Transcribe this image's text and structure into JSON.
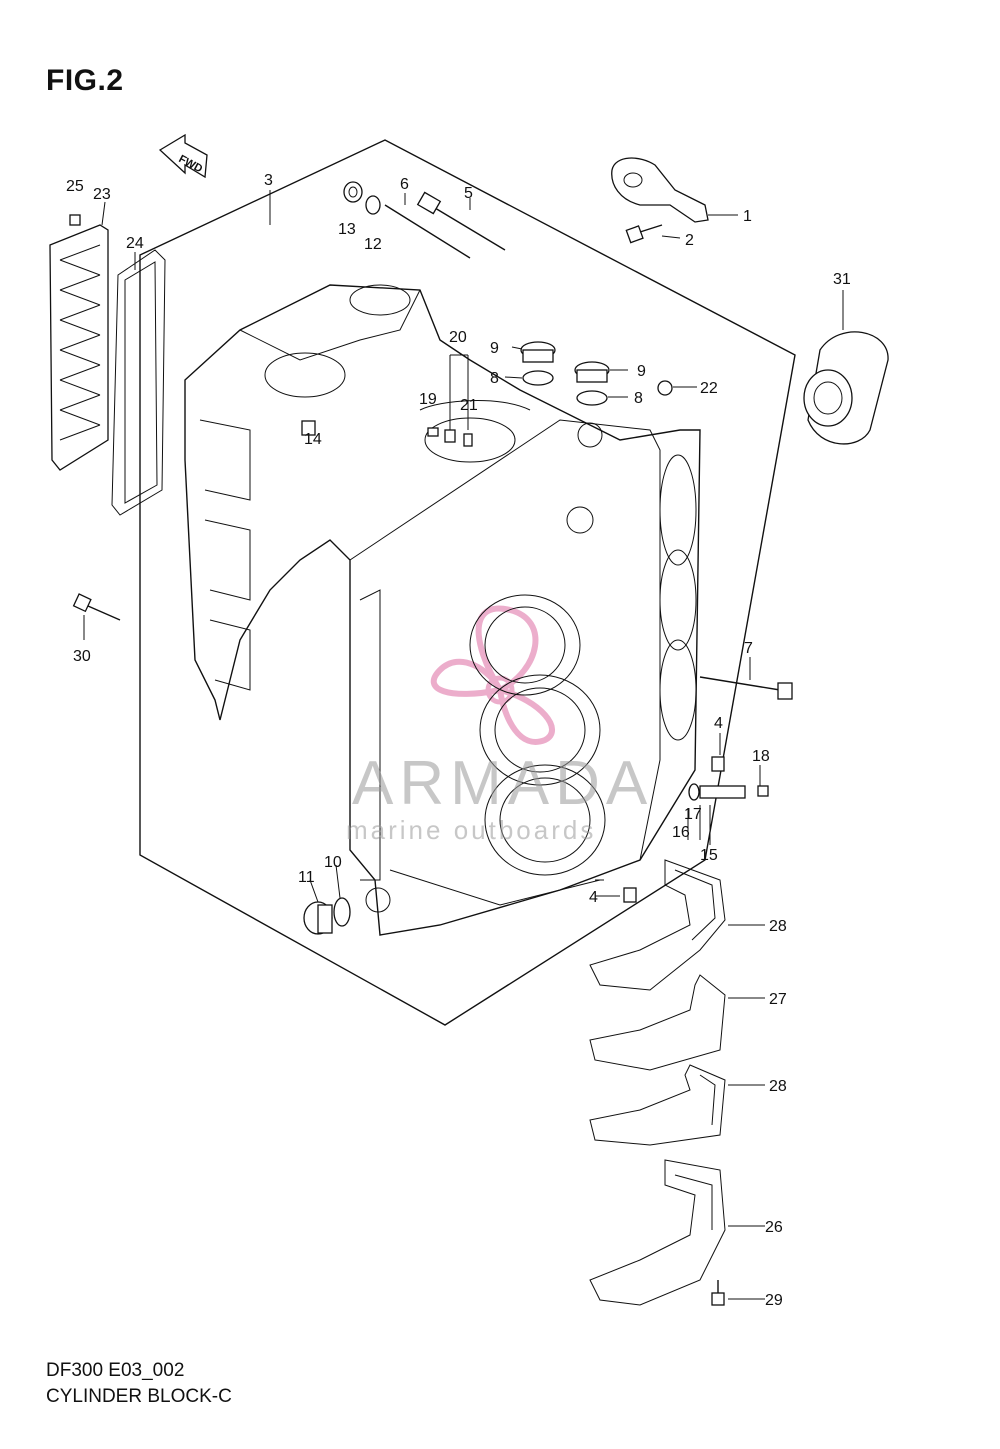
{
  "figure": {
    "title": "FIG.2",
    "model_code": "DF300 E03_002",
    "name": "CYLINDER BLOCK-C"
  },
  "direction_arrow": {
    "label": "FWD"
  },
  "watermark": {
    "brand": "ARMADA",
    "tagline": "marine outboards",
    "color": "#e48bb6"
  },
  "callouts": {
    "c1": "1",
    "c2": "2",
    "c3": "3",
    "c4a": "4",
    "c4b": "4",
    "c5": "5",
    "c6": "6",
    "c7": "7",
    "c8a": "8",
    "c8b": "8",
    "c9a": "9",
    "c9b": "9",
    "c10": "10",
    "c11": "11",
    "c12": "12",
    "c13": "13",
    "c14": "14",
    "c15": "15",
    "c16": "16",
    "c17": "17",
    "c18": "18",
    "c19": "19",
    "c20": "20",
    "c21": "21",
    "c22": "22",
    "c23": "23",
    "c24": "24",
    "c25": "25",
    "c26": "26",
    "c27": "27",
    "c28a": "28",
    "c28b": "28",
    "c29": "29",
    "c30": "30",
    "c31": "31"
  }
}
